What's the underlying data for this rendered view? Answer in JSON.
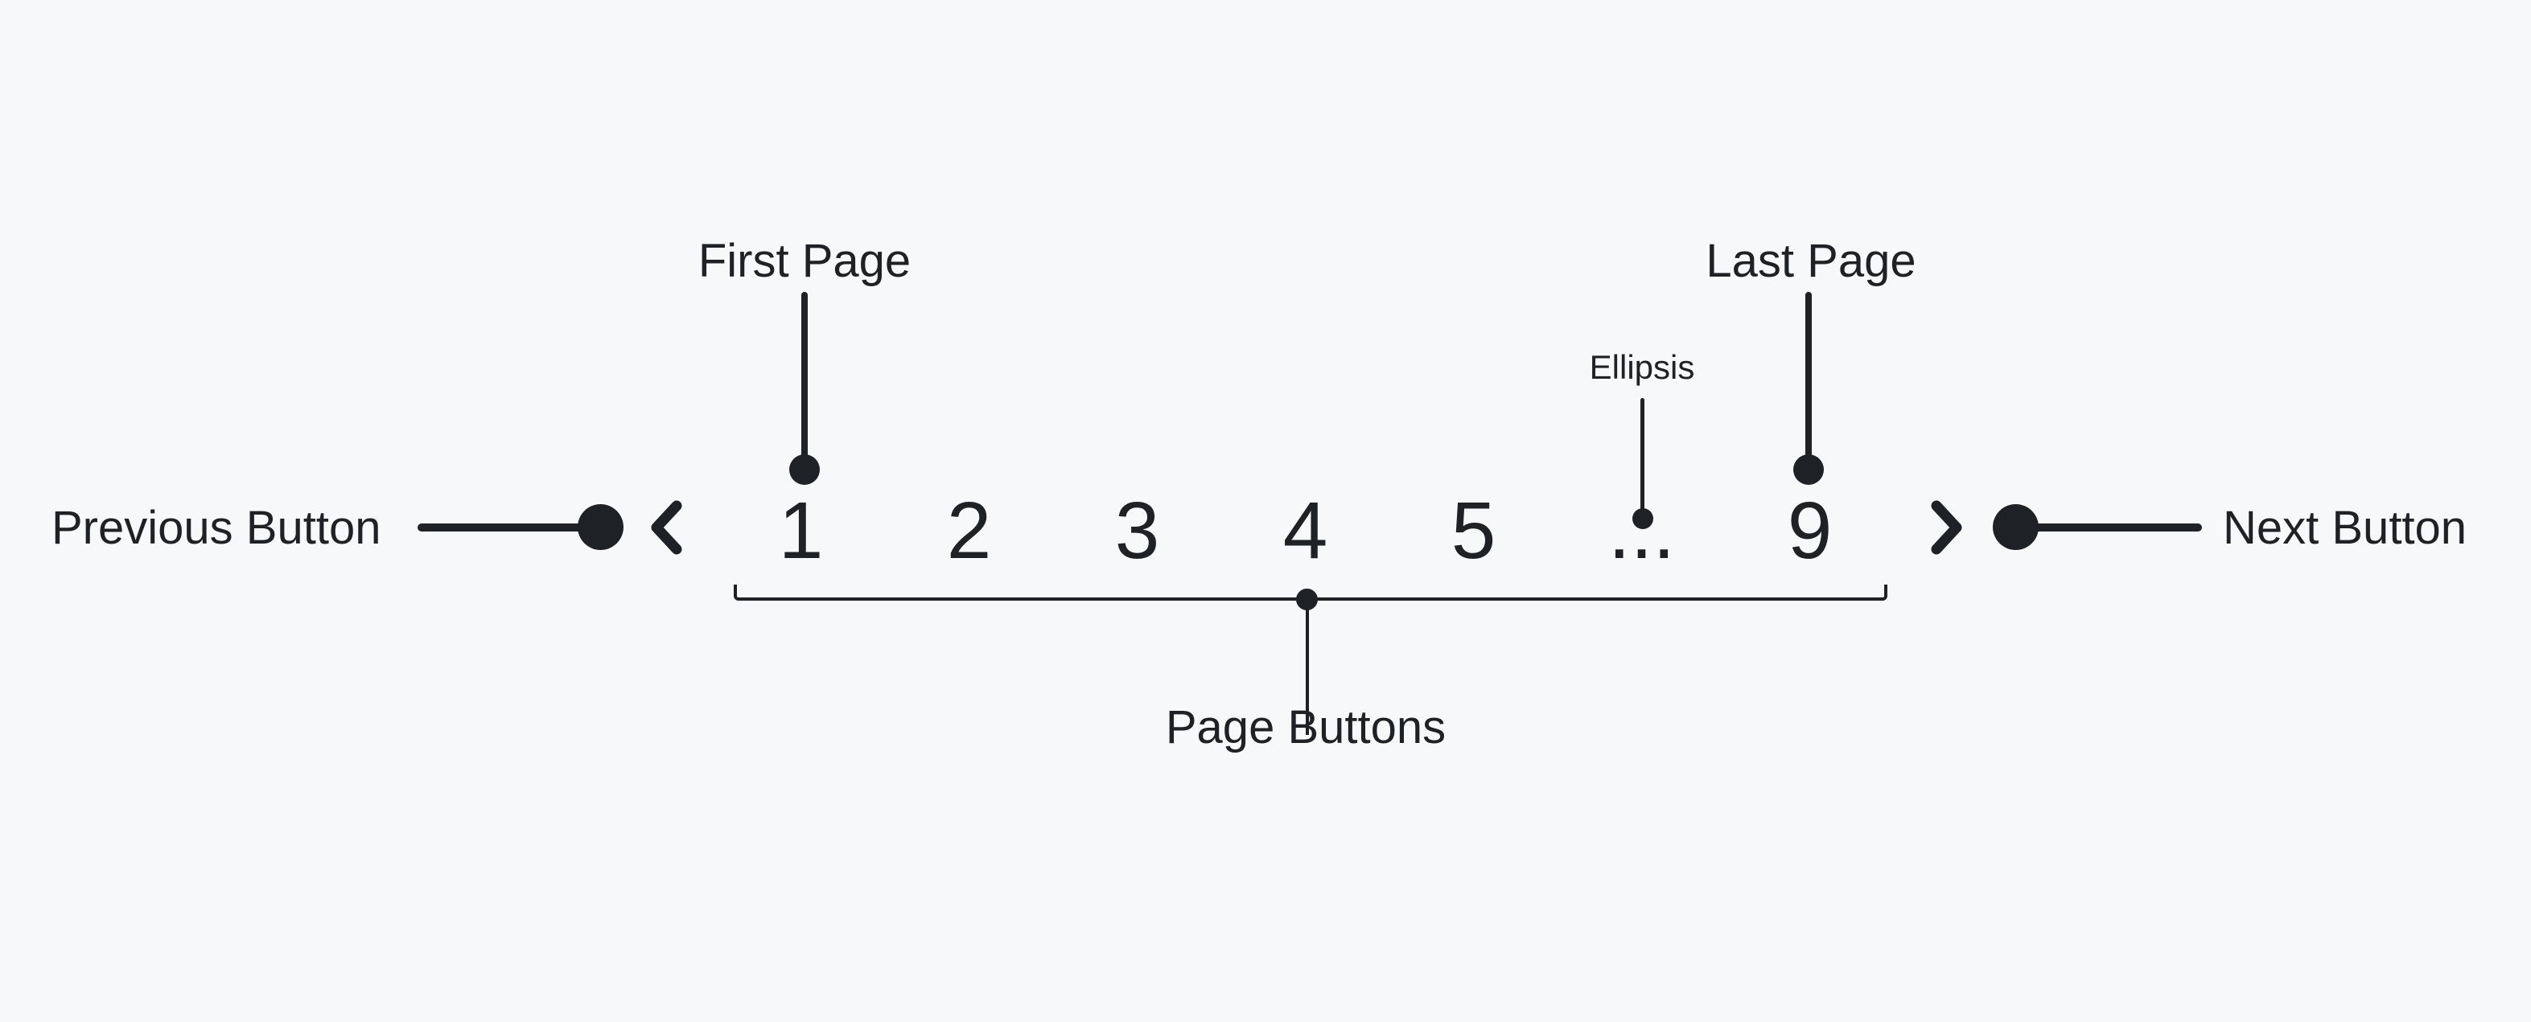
{
  "colors": {
    "background": "#f7f8fa",
    "ink": "#1e2126"
  },
  "diagram": {
    "subject": "pagination-component-anatomy",
    "annotations": {
      "previous_button": "Previous Button",
      "next_button": "Next Button",
      "first_page": "First Page",
      "last_page": "Last Page",
      "ellipsis": "Ellipsis",
      "page_buttons": "Page Buttons"
    },
    "pagination": {
      "pages": [
        "1",
        "2",
        "3",
        "4",
        "5",
        "...",
        "9"
      ],
      "prev_icon": "chevron-left",
      "next_icon": "chevron-right"
    }
  }
}
